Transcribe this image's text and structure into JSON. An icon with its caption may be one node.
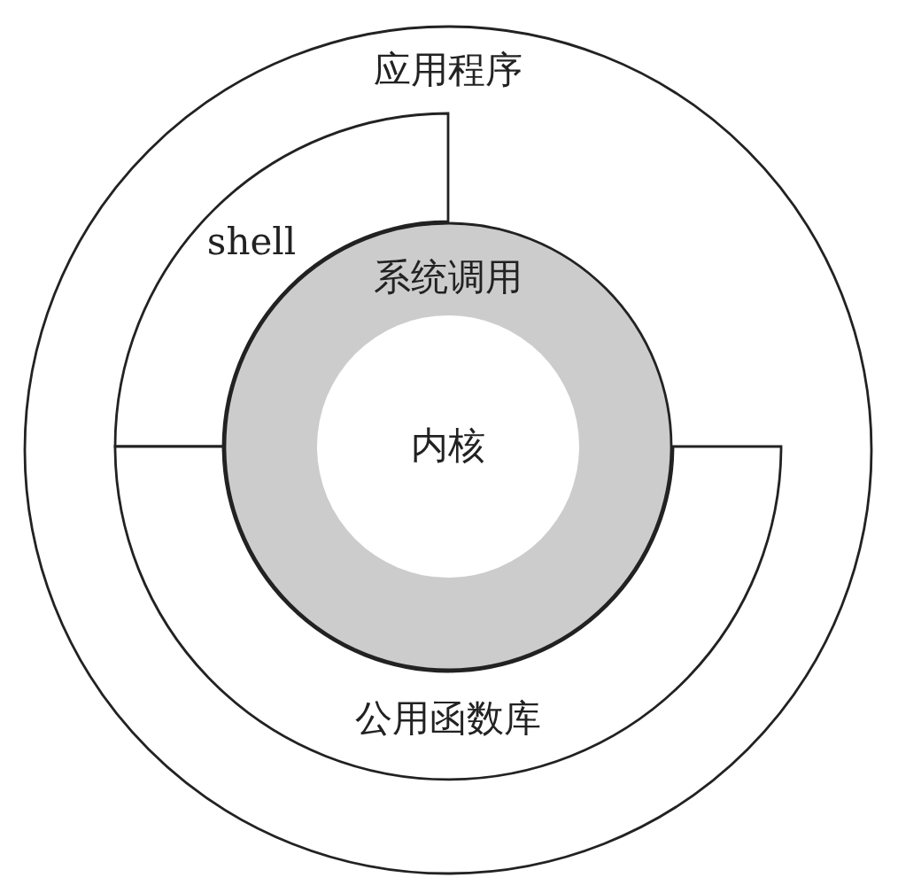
{
  "diagram": {
    "nodes": [
      {
        "text": [
          "应用程序"
        ]
      },
      {
        "text": [
          "shell"
        ],
        "in": 0
      },
      {
        "text": [
          "公用函数库"
        ],
        "in": 0
      },
      {
        "text": [
          "系统调用"
        ],
        "in": 0
      },
      {
        "text": [
          "内核"
        ],
        "in": 3
      }
    ]
  }
}
